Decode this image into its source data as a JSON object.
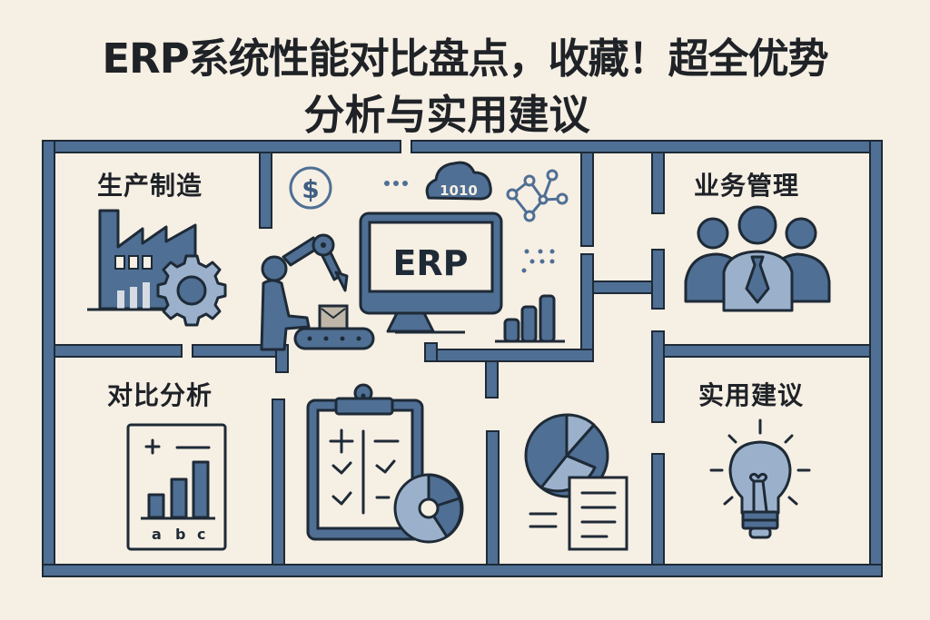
{
  "title": {
    "line1": "ERP系统性能对比盘点，收藏！超全优势",
    "line2": "分析与实用建议"
  },
  "sections": [
    {
      "id": "manufacturing",
      "label": "生产制造",
      "icon": "factory-gear-icon"
    },
    {
      "id": "business",
      "label": "业务管理",
      "icon": "team-people-icon"
    },
    {
      "id": "comparison",
      "label": "对比分析",
      "icon": "bar-chart-board-icon"
    },
    {
      "id": "advice",
      "label": "实用建议",
      "icon": "lightbulb-icon"
    }
  ],
  "center": {
    "monitor_text": "ERP",
    "cloud_text": "1010",
    "icons": [
      "dollar-icon",
      "cloud-data-icon",
      "network-nodes-icon",
      "robot-arm-icon",
      "conveyor-icon",
      "bar-chart-icon",
      "monitor-icon"
    ]
  },
  "comparison_chart": {
    "bar_labels": [
      "a",
      "b",
      "c"
    ],
    "symbols": [
      "+",
      "—"
    ]
  },
  "colors": {
    "background": "#f6efe4",
    "maze_wall": "#4f6f94",
    "outline": "#1e2a36",
    "light_fill": "#9bb1cb",
    "text": "#1f2226"
  }
}
